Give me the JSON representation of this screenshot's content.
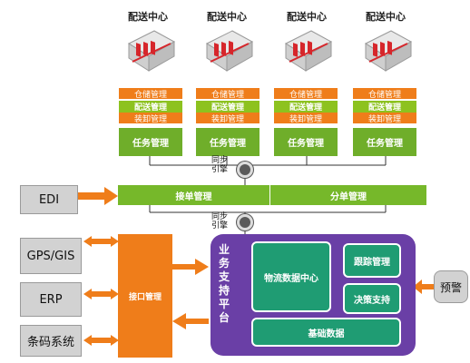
{
  "distribution_centers": [
    {
      "title": "配送中心",
      "modules": [
        "仓储管理",
        "配送管理",
        "装卸管理",
        "任务管理"
      ]
    },
    {
      "title": "配送中心",
      "modules": [
        "仓储管理",
        "配送管理",
        "装卸管理",
        "任务管理"
      ]
    },
    {
      "title": "配送中心",
      "modules": [
        "仓储管理",
        "配送管理",
        "装卸管理",
        "任务管理"
      ]
    },
    {
      "title": "配送中心",
      "modules": [
        "仓储管理",
        "配送管理",
        "装卸管理",
        "任务管理"
      ]
    }
  ],
  "sync_engine_top": "同步引擎",
  "sync_engine_bottom": "同步引擎",
  "bar_left": "接单管理",
  "bar_right": "分单管理",
  "external_systems": {
    "edi": "EDI",
    "gps": "GPS/GIS",
    "erp": "ERP",
    "barcode": "条码系统"
  },
  "interface": "接口管理",
  "platform": {
    "title": "业务支持平台",
    "logistics_center": "物流数据中心",
    "tracking": "跟踪管理",
    "decision": "决策支持",
    "base_data": "基础数据"
  },
  "alert": "预警"
}
